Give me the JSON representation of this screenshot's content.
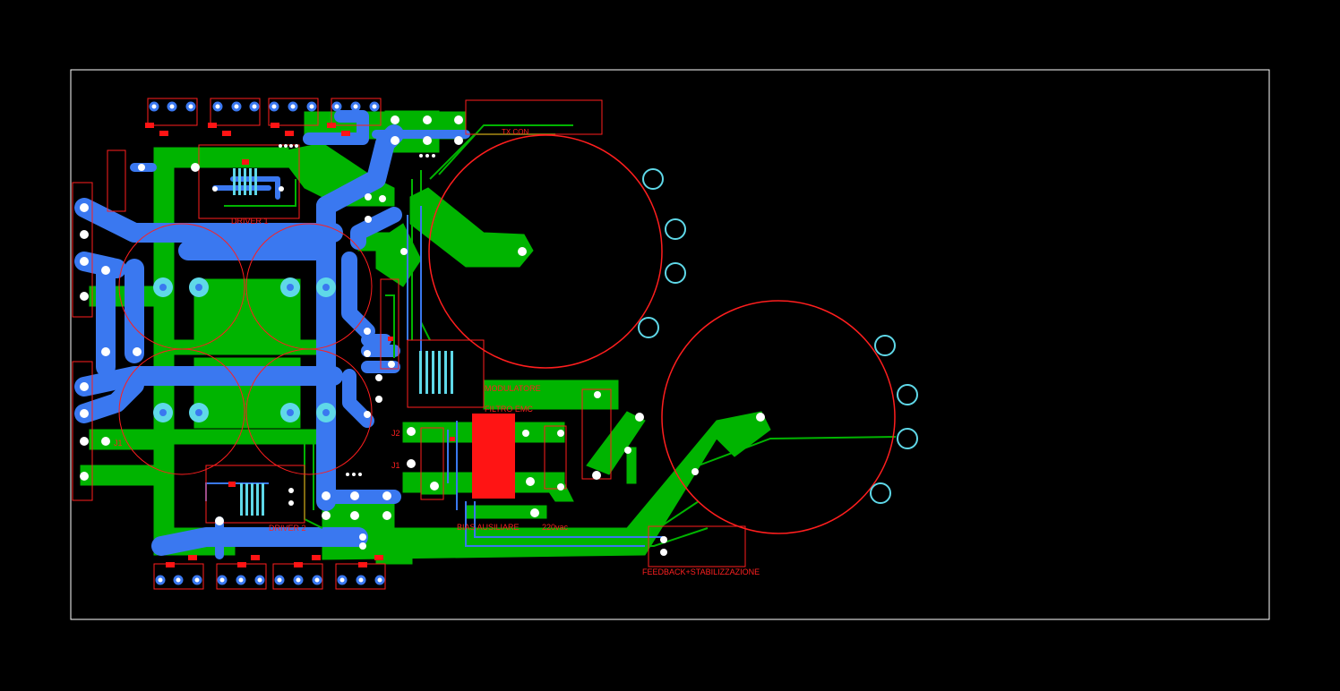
{
  "board": {
    "colors": {
      "background": "#000000",
      "outline": "#ffffff",
      "top_copper": "#00b400",
      "bottom_copper": "#3a78f0",
      "silkscreen": "#ff1e1e",
      "pads": "#5fd8e8",
      "solid_fill": "#ff1414"
    }
  },
  "labels": {
    "driver1": "DRIVER 1",
    "driver2": "DRIVER 2",
    "modulatore": "MODULATORE",
    "filtro_emc": "FILTRO EMC",
    "bias_ausiliare": "BIAS AUSILIARE",
    "v220": "220vac",
    "feedback": "FEEDBACK+STABILIZZAZIONE",
    "tr_top": "TX CON",
    "j1_left": "J1",
    "j2": "J2",
    "j1": "J1"
  }
}
